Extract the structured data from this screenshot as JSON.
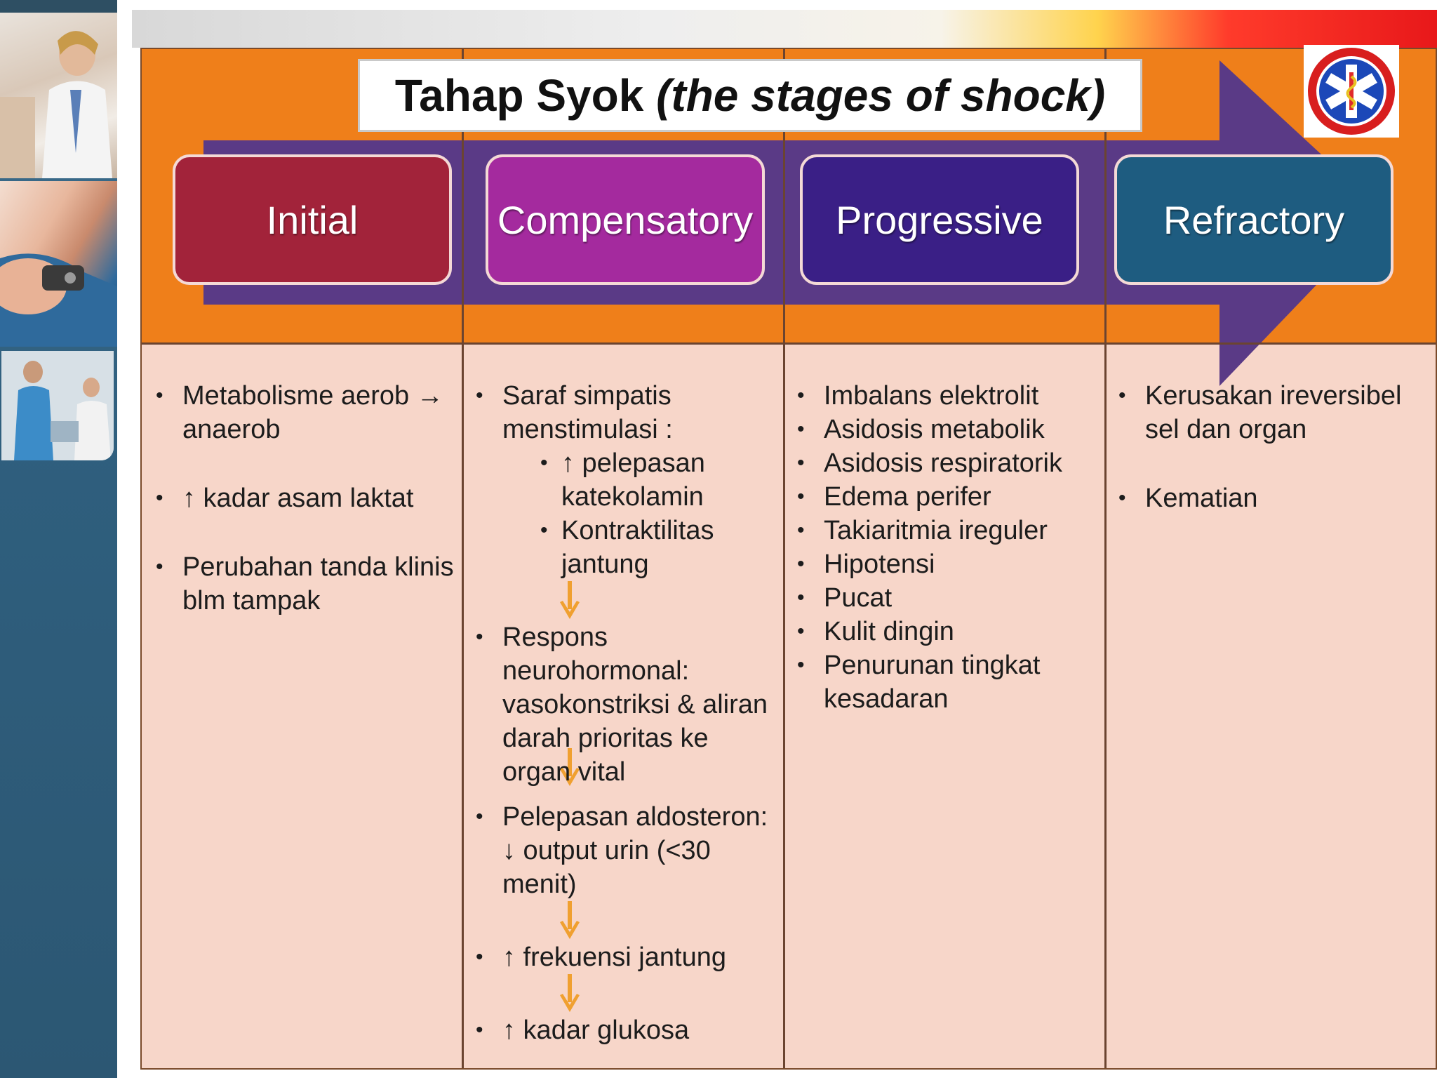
{
  "title": {
    "main": "Tahap Syok",
    "italic": "(the stages of shock)"
  },
  "stages": [
    "Initial",
    "Compensatory",
    "Progressive",
    "Refractory"
  ],
  "columns": {
    "initial": [
      "Metabolisme aerob → anaerob",
      "↑ kadar asam laktat",
      "Perubahan tanda klinis blm tampak"
    ],
    "compensatory": {
      "item1": "Saraf simpatis menstimulasi :",
      "item1_sub": [
        "↑ pelepasan katekolamin",
        "Kontraktilitas jantung"
      ],
      "item2": "Respons neurohormonal: vasokonstriksi & aliran darah prioritas ke organ vital",
      "item3": "Pelepasan aldosteron: ↓ output urin (<30 menit)",
      "item4": "↑ frekuensi jantung",
      "item5": "↑ kadar glukosa"
    },
    "progressive": [
      "Imbalans elektrolit",
      "Asidosis metabolik",
      "Asidosis respiratorik",
      "Edema perifer",
      "Takiaritmia ireguler",
      "Hipotensi",
      "Pucat",
      "Kulit dingin",
      "Penurunan tingkat kesadaran"
    ],
    "refractory": [
      "Kerusakan ireversibel sel dan organ",
      "Kematian"
    ]
  },
  "colors": {
    "header_orange": "#ef7f1a",
    "body_pink": "#f7d6c9",
    "arrow_purple": "#5a3a86",
    "initial": "#a2233a",
    "compensatory": "#a42a9e",
    "progressive": "#3a1f86",
    "refractory": "#1e5c80",
    "down_arrow": "#f0a030"
  },
  "icons": [
    "medical-star-of-life-logo",
    "down-arrow-icon",
    "bullet-icon"
  ]
}
